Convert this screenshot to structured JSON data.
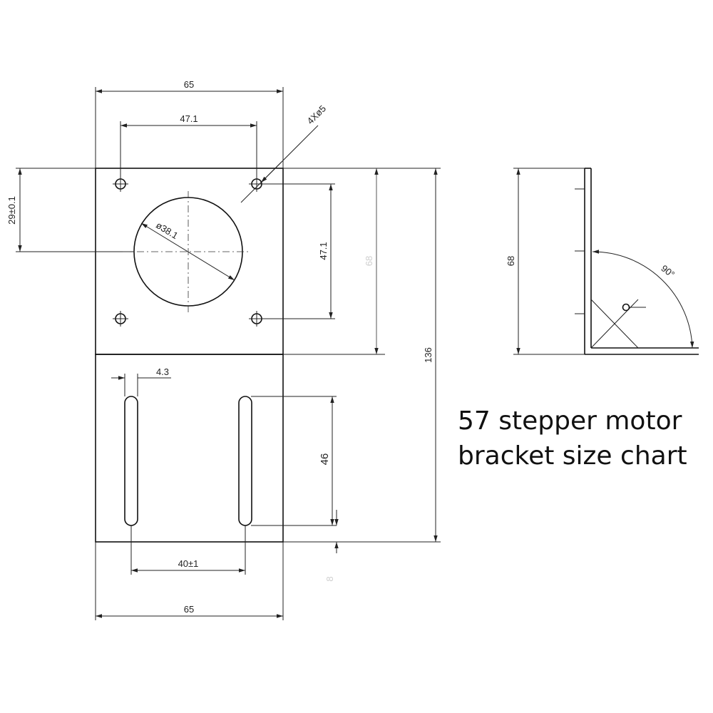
{
  "caption": {
    "line1": "57 stepper motor",
    "line2": "bracket size chart"
  },
  "front_view": {
    "width_top": "65",
    "hole_spacing_h": "47.1",
    "holes": "4Xø5",
    "bore_height": "29±0.1",
    "bore_dia": "ø38.1",
    "hole_spacing_v": "47.1",
    "faint_height": "68",
    "total_height": "136",
    "slot_width": "4.3",
    "slot_length": "46",
    "slot_spacing": "40±1",
    "faint_bottom": "8",
    "width_bottom": "65"
  },
  "side_view": {
    "height": "68",
    "angle": "90°"
  }
}
